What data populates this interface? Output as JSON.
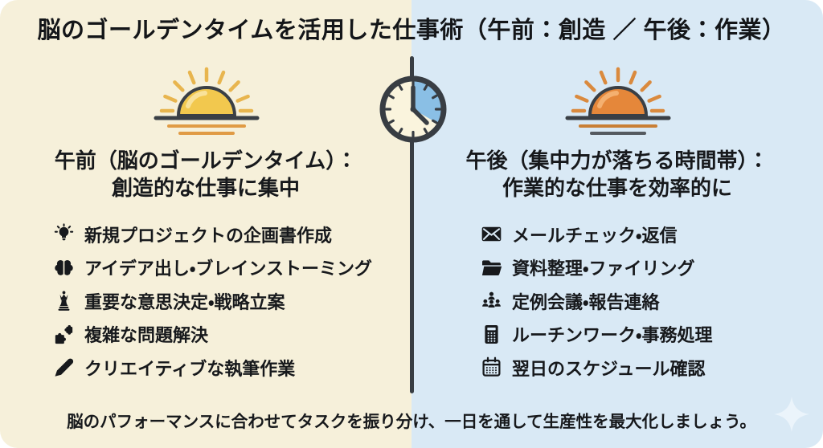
{
  "title": "脳のゴールデンタイムを活用した仕事術（午前：創造 ／ 午後：作業）",
  "columns": {
    "morning": {
      "heading_line1": "午前（脳のゴールデンタイム）：",
      "heading_line2": "創造的な仕事に集中",
      "sun_icon": "sunrise-icon",
      "items": [
        {
          "icon": "lightbulb-icon",
          "label": "新規プロジェクトの企画書作成"
        },
        {
          "icon": "brain-icon",
          "label": "アイデア出し・ブレインストーミング"
        },
        {
          "icon": "chess-piece-icon",
          "label": "重要な意思決定・戦略立案"
        },
        {
          "icon": "puzzle-icon",
          "label": "複雑な問題解決"
        },
        {
          "icon": "pen-icon",
          "label": "クリエイティブな執筆作業"
        }
      ]
    },
    "afternoon": {
      "heading_line1": "午後（集中力が落ちる時間帯）：",
      "heading_line2": "作業的な仕事を効率的に",
      "sun_icon": "sunset-icon",
      "items": [
        {
          "icon": "mail-icon",
          "label": "メールチェック・返信"
        },
        {
          "icon": "folder-icon",
          "label": "資料整理・ファイリング"
        },
        {
          "icon": "people-icon",
          "label": "定例会議・報告連絡"
        },
        {
          "icon": "calculator-icon",
          "label": "ルーチンワーク・事務処理"
        },
        {
          "icon": "calendar-icon",
          "label": "翌日のスケジュール確認"
        }
      ]
    }
  },
  "center_icon": "clock-icon",
  "footer": "脳のパフォーマンスに合わせてタスクを振り分け、一日を通して生産性を最大化しましょう。",
  "colors": {
    "morning_background": "#f6f0da",
    "afternoon_background": "#d9e9f5",
    "divider": "#383d43",
    "text": "#17191c",
    "sun_yellow": "#f2c84e",
    "sun_orange": "#e5873a",
    "clock_wedge_blue": "#8abfe5"
  }
}
